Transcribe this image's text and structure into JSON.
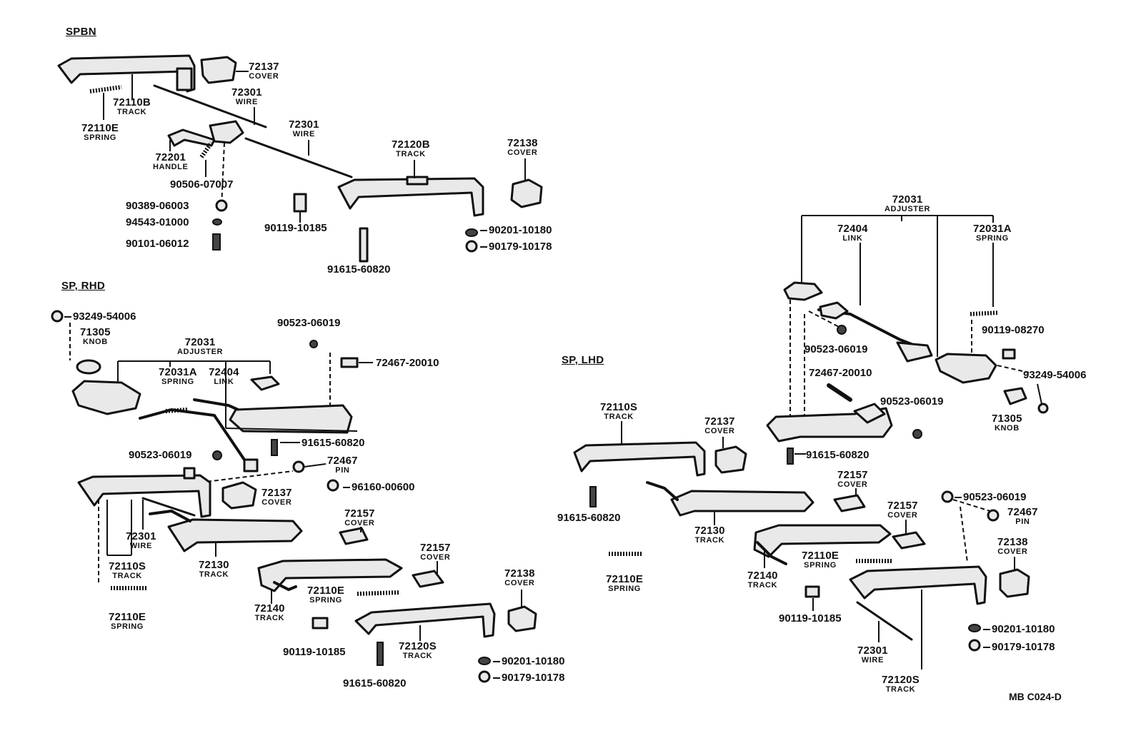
{
  "sections": {
    "spbn": "SPBN",
    "sp_rhd": "SP, RHD",
    "sp_lhd": "SP, LHD"
  },
  "diagram_code": "MB C024-D",
  "spbn": {
    "cover_72137": {
      "num": "72137",
      "name": "COVER"
    },
    "wire_72301_a": {
      "num": "72301",
      "name": "WIRE"
    },
    "track_72110b": {
      "num": "72110B",
      "name": "TRACK"
    },
    "spring_72110e": {
      "num": "72110E",
      "name": "SPRING"
    },
    "wire_72301_b": {
      "num": "72301",
      "name": "WIRE"
    },
    "track_72120b": {
      "num": "72120B",
      "name": "TRACK"
    },
    "cover_72138": {
      "num": "72138",
      "name": "COVER"
    },
    "handle_72201": {
      "num": "72201",
      "name": "HANDLE"
    },
    "p_90506": "90506-07007",
    "p_90389": "90389-06003",
    "p_94543": "94543-01000",
    "p_90101": "90101-06012",
    "p_90119": "90119-10185",
    "p_90201": "90201-10180",
    "p_90179": "90179-10178",
    "p_91615": "91615-60820"
  },
  "rhd": {
    "p_93249": "93249-54006",
    "knob_71305": {
      "num": "71305",
      "name": "KNOB"
    },
    "adjuster_72031": {
      "num": "72031",
      "name": "ADJUSTER"
    },
    "spring_72031a": {
      "num": "72031A",
      "name": "SPRING"
    },
    "link_72404": {
      "num": "72404",
      "name": "LINK"
    },
    "p_90523_top": "90523-06019",
    "p_72467_20010": "72467-20010",
    "p_91615_mid": "91615-60820",
    "p_90523_mid": "90523-06019",
    "pin_72467": {
      "num": "72467",
      "name": "PIN"
    },
    "p_96160": "96160-00600",
    "cover_72137": {
      "num": "72137",
      "name": "COVER"
    },
    "wire_72301": {
      "num": "72301",
      "name": "WIRE"
    },
    "track_72110s": {
      "num": "72110S",
      "name": "TRACK"
    },
    "track_72130": {
      "num": "72130",
      "name": "TRACK"
    },
    "cover_72157_a": {
      "num": "72157",
      "name": "COVER"
    },
    "cover_72157_b": {
      "num": "72157",
      "name": "COVER"
    },
    "spring_72110e_a": {
      "num": "72110E",
      "name": "SPRING"
    },
    "track_72140": {
      "num": "72140",
      "name": "TRACK"
    },
    "spring_72110e_b": {
      "num": "72110E",
      "name": "SPRING"
    },
    "cover_72138": {
      "num": "72138",
      "name": "COVER"
    },
    "track_72120s": {
      "num": "72120S",
      "name": "TRACK"
    },
    "p_90119": "90119-10185",
    "p_91615_bot": "91615-60820",
    "p_90201": "90201-10180",
    "p_90179": "90179-10178"
  },
  "lhd": {
    "adjuster_72031": {
      "num": "72031",
      "name": "ADJUSTER"
    },
    "link_72404": {
      "num": "72404",
      "name": "LINK"
    },
    "spring_72031a": {
      "num": "72031A",
      "name": "SPRING"
    },
    "p_90119_08270": "90119-08270",
    "p_90523_top": "90523-06019",
    "p_93249": "93249-54006",
    "p_72467_20010": "72467-20010",
    "p_90523_mid": "90523-06019",
    "knob_71305": {
      "num": "71305",
      "name": "KNOB"
    },
    "track_72110s": {
      "num": "72110S",
      "name": "TRACK"
    },
    "cover_72137": {
      "num": "72137",
      "name": "COVER"
    },
    "p_91615_top": "91615-60820",
    "cover_72157_a": {
      "num": "72157",
      "name": "COVER"
    },
    "p_90523_r": "90523-06019",
    "cover_72157_b": {
      "num": "72157",
      "name": "COVER"
    },
    "pin_72467": {
      "num": "72467",
      "name": "PIN"
    },
    "p_91615_left": "91615-60820",
    "track_72130": {
      "num": "72130",
      "name": "TRACK"
    },
    "spring_72110e_a": {
      "num": "72110E",
      "name": "SPRING"
    },
    "track_72140": {
      "num": "72140",
      "name": "TRACK"
    },
    "spring_72110e_b": {
      "num": "72110E",
      "name": "SPRING"
    },
    "cover_72138": {
      "num": "72138",
      "name": "COVER"
    },
    "p_90119": "90119-10185",
    "wire_72301": {
      "num": "72301",
      "name": "WIRE"
    },
    "track_72120s": {
      "num": "72120S",
      "name": "TRACK"
    },
    "p_90201": "90201-10180",
    "p_90179": "90179-10178"
  }
}
